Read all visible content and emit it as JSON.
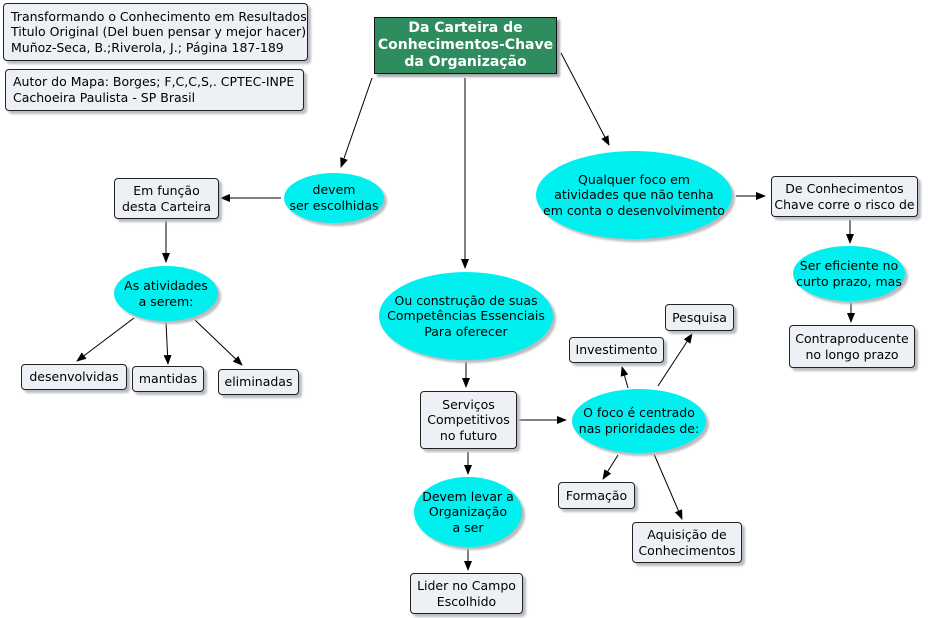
{
  "info_boxes": {
    "source": "Transformando o Conhecimento  em Resultados\nTitulo Original (Del buen pensar y mejor hacer)\nMuñoz-Seca, B.;Riverola, J.; Página 187-189",
    "author": "Autor do Mapa: Borges; F,C,C,S,. CPTEC-INPE\nCachoeira Paulista - SP Brasil"
  },
  "nodes": {
    "root": "Da Carteira de\nConhecimentos-Chave\nda Organização",
    "devem_escolhidas": "devem\nser escolhidas",
    "em_funcao": "Em função\ndesta Carteira",
    "atividades": "As atividades\na serem:",
    "desenvolvidas": "desenvolvidas",
    "mantidas": "mantidas",
    "eliminadas": "eliminadas",
    "construcao": "Ou construção de suas\nCompetências Essenciais\nPara oferecer",
    "servicos": "Serviços\nCompetitivos\nno futuro",
    "devem_levar": "Devem levar a\nOrganização\na ser",
    "lider": "Lider no Campo\nEscolhido",
    "foco_centrado": "O foco é centrado\nnas prioridades de:",
    "investimento": "Investimento",
    "pesquisa": "Pesquisa",
    "formacao": "Formação",
    "aquisicao": "Aquisição de\nConhecimentos",
    "qualquer_foco": "Qualquer foco em\natividades que não tenha\nem conta o desenvolvimento",
    "de_conhecimentos": "De Conhecimentos\nChave corre o risco de",
    "ser_eficiente": "Ser eficiente no\ncurto prazo, mas",
    "contraproducente": "Contraproducente\nno longo prazo"
  }
}
